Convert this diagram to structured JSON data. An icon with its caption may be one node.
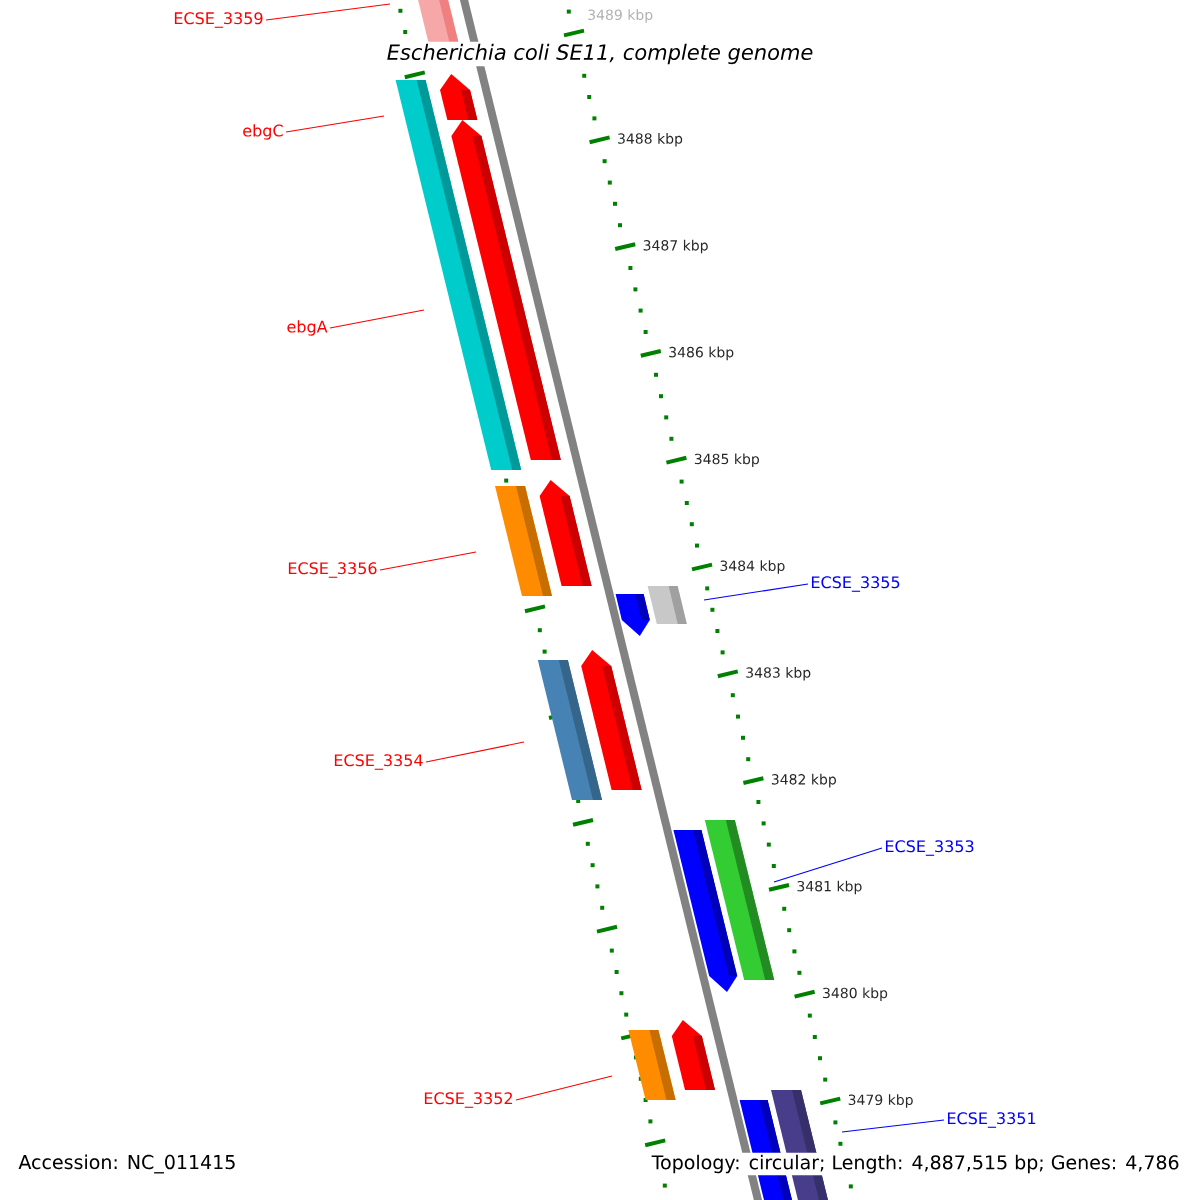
{
  "diagram": {
    "title": "Escherichia coli SE11, complete genome",
    "nodes": [
      {
        "text": [
          "ECSE_3359"
        ]
      },
      {
        "text": [
          "ebgC"
        ]
      },
      {
        "text": [
          "ebgA"
        ]
      },
      {
        "text": [
          "ECSE_3356"
        ]
      },
      {
        "text": [
          "ECSE_3354"
        ]
      },
      {
        "text": [
          "ECSE_3352"
        ]
      },
      {
        "text": [
          "ECSE_3355"
        ]
      },
      {
        "text": [
          "ECSE_3353"
        ]
      },
      {
        "text": [
          "ECSE_3351"
        ]
      }
    ],
    "edges": [
      {
        "from": 0,
        "to": null,
        "arrow": "none"
      },
      {
        "from": 1,
        "to": null,
        "arrow": "none"
      },
      {
        "from": 2,
        "to": null,
        "arrow": "none"
      },
      {
        "from": 3,
        "to": null,
        "arrow": "none"
      },
      {
        "from": 4,
        "to": null,
        "arrow": "none"
      },
      {
        "from": 5,
        "to": null,
        "arrow": "none"
      },
      {
        "from": 6,
        "to": null,
        "arrow": "none",
        "color": "#0000ff"
      },
      {
        "from": 7,
        "to": null,
        "arrow": "none",
        "color": "#0000ff"
      },
      {
        "from": 8,
        "to": null,
        "arrow": "none",
        "color": "#0000ff"
      }
    ],
    "labels": [
      "3489 kbp",
      "3488 kbp",
      "3487 kbp",
      "3486 kbp",
      "3485 kbp",
      "3484 kbp",
      "3483 kbp",
      "3482 kbp",
      "3481 kbp",
      "3480 kbp",
      "3479 kbp",
      "Accession: NC_011415",
      "Topology: circular; Length: 4,887,515 bp; Genes: 4,786"
    ]
  }
}
